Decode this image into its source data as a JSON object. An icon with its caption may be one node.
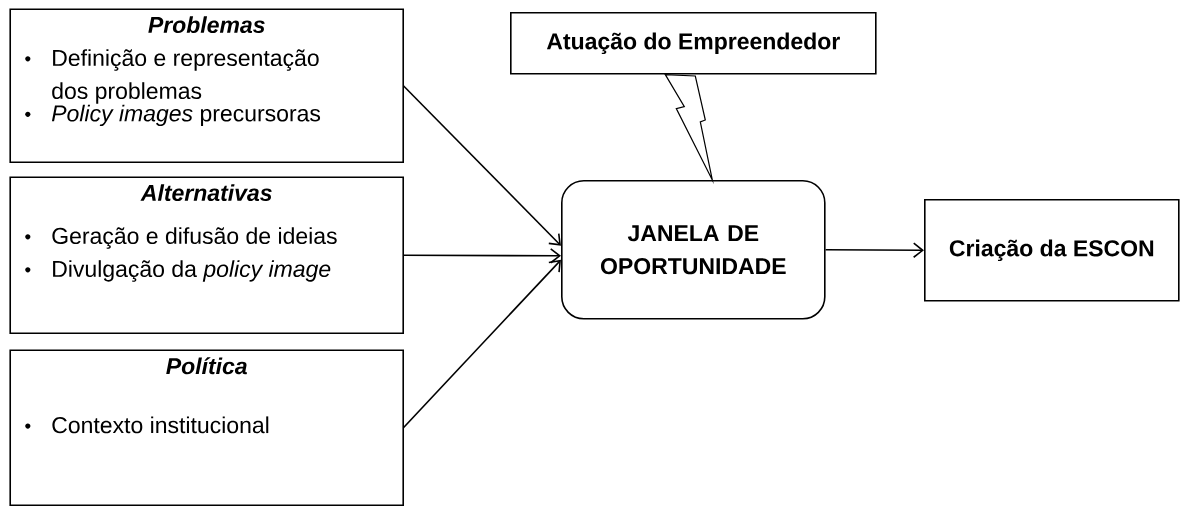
{
  "diagram": {
    "nodes": [
      {
        "text": [
          "Problemas",
          "Definição e representação dos problemas",
          "*Policy images* precursoras"
        ]
      },
      {
        "text": [
          "Alternativas",
          "Geração e difusão de ideias",
          "Divulgação da *policy image*"
        ]
      },
      {
        "text": [
          "Política",
          "Contexto institucional"
        ]
      },
      {
        "text": [
          "Atuação do Empreendedor"
        ]
      },
      {
        "text": [
          "JANELA DE OPORTUNIDADE"
        ]
      },
      {
        "text": [
          "Criação da ESCON"
        ]
      }
    ],
    "edges": [
      {
        "from": 0,
        "to": 4,
        "arrow": "to"
      },
      {
        "from": 1,
        "to": 4,
        "arrow": "to"
      },
      {
        "from": 2,
        "to": 4,
        "arrow": "to"
      },
      {
        "from": 3,
        "to": 4,
        "arrow": "none"
      },
      {
        "from": 4,
        "to": 5,
        "arrow": "to"
      }
    ]
  }
}
